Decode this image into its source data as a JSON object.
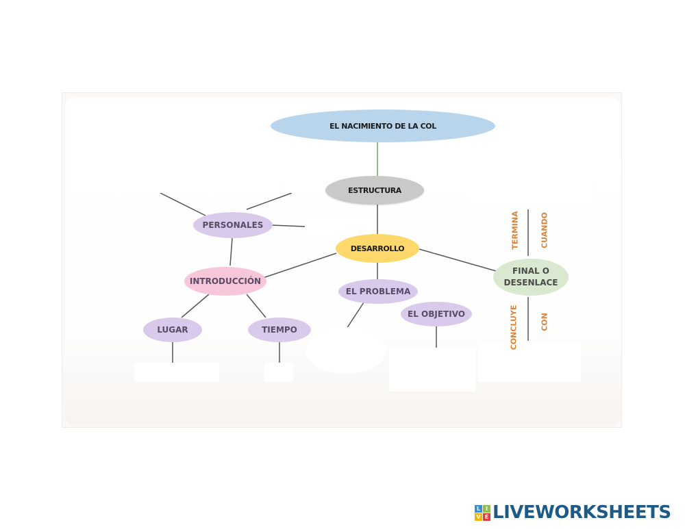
{
  "diagram": {
    "title": "EL NACIMIENTO DE LA COL",
    "estructura": "ESTRUCTURA",
    "desarrollo": "DESARROLLO",
    "personales": "PERSONALES",
    "introduccion": "INTRODUCCIÓN",
    "problema": "EL PROBLEMA",
    "objetivo": "EL OBJETIVO",
    "lugar": "LUGAR",
    "tiempo": "TIEMPO",
    "final": "FINAL O DESENLACE",
    "termina": "TERMINA",
    "cuando": "CUANDO",
    "concluye": "CONCLUYE",
    "con": "CON"
  },
  "colors": {
    "title_fill": "#b9d5ec",
    "estructura_fill": "#c9c9c9",
    "desarrollo_fill": "#fdd86a",
    "purple_fill": "#d9c9ea",
    "pink_fill": "#f7c6d8",
    "green_fill": "#d9e9cf",
    "connector_green": "#6aa84f",
    "label_orange": "#d9843a"
  },
  "brand": {
    "name": "LIVEWORKSHEETS"
  }
}
